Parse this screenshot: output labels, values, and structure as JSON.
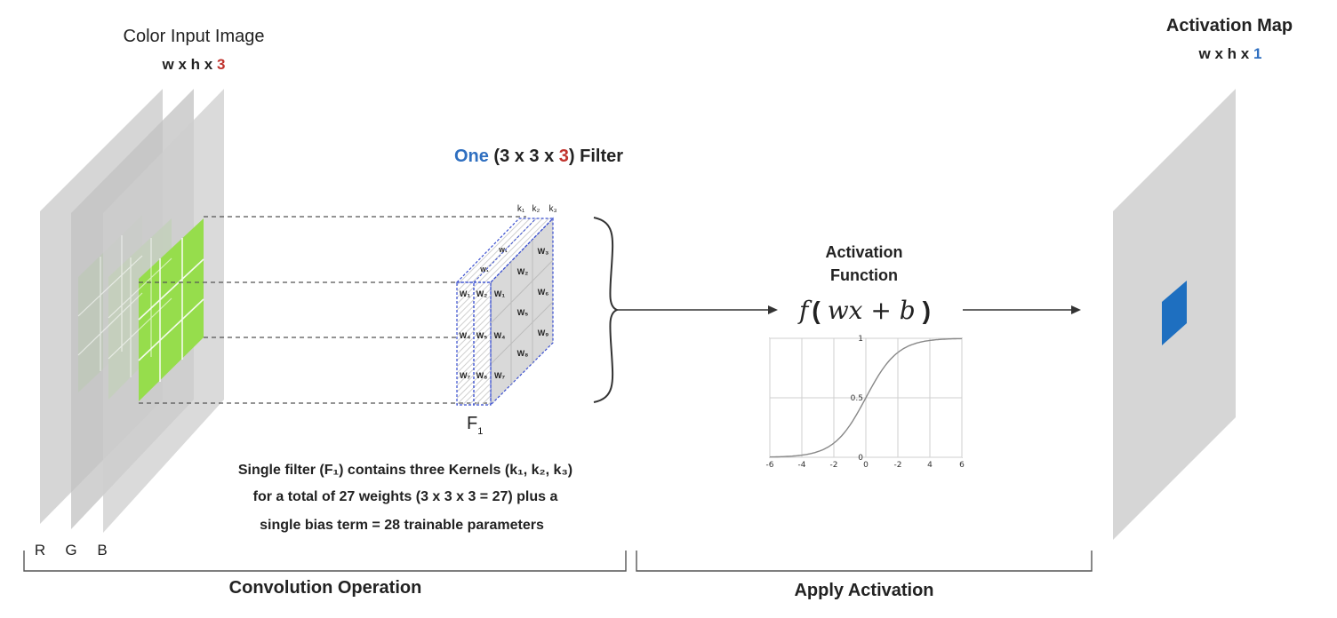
{
  "input": {
    "title": "Color Input Image",
    "dims_prefix": "w x h x ",
    "dims_depth": "3",
    "channels": [
      "R",
      "G",
      "B"
    ]
  },
  "filter": {
    "title_one": "One",
    "title_mid_prefix": " (3 x 3 x ",
    "title_depth": "3",
    "title_suffix": ") Filter",
    "label_main": "F",
    "label_sub": "1",
    "kernel_labels": [
      "k₁",
      "k₂",
      "k₃"
    ],
    "front_weights": [
      "W₁",
      "W₄",
      "W₇"
    ],
    "second_weights": [
      "W₂",
      "W₅",
      "W₈"
    ],
    "third_weights": [
      "W₁",
      "W₄",
      "W₇"
    ],
    "back_weights": [
      "W₃",
      "W₂",
      "W₆",
      "W₅",
      "W₉",
      "W₈"
    ],
    "top_weight": "W₁"
  },
  "description": [
    "Single filter (F₁) contains three Kernels (k₁, k₂, k₃)",
    "for a total of 27 weights  (3 x 3 x 3 = 27) plus a",
    "single bias term = 28 trainable parameters"
  ],
  "activation": {
    "title_line1": "Activation",
    "title_line2": "Function",
    "formula_f": "f",
    "formula_open": "(",
    "formula_body": "wx  +  b",
    "formula_close": ")"
  },
  "sigmoid_plot": {
    "x_ticks": [
      "-6",
      "-4",
      "-2",
      "0",
      "-2",
      "4",
      "6"
    ],
    "y_ticks": [
      "1",
      "0.5",
      "0"
    ],
    "xlim": [
      -6,
      6
    ],
    "ylim": [
      0,
      1
    ]
  },
  "output": {
    "title": "Activation Map",
    "dims_prefix": "w x h x ",
    "dims_depth": "1"
  },
  "sections": {
    "convolution": "Convolution Operation",
    "activation": "Apply Activation"
  },
  "colors": {
    "accent_red": "#c0332d",
    "accent_blue": "#2f6fc0",
    "green_light": "#a8d880",
    "green_bright": "#98e050",
    "output_blue": "#1e6fc0",
    "plane_gray": "#c8c8c8",
    "filter_border": "#3a4fd0"
  }
}
